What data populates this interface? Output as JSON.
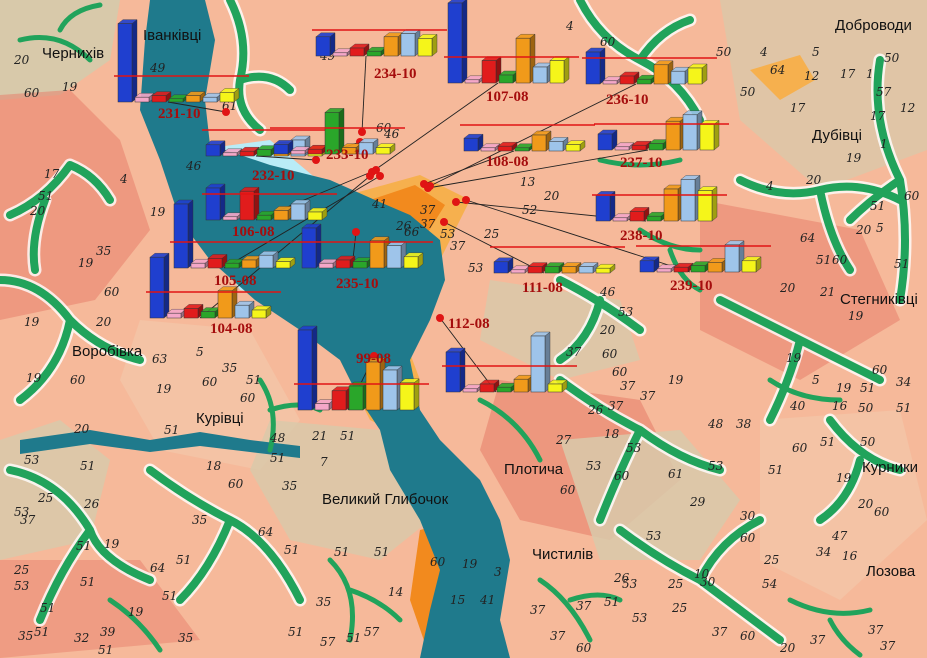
{
  "palette": {
    "river": "#1f7a8c",
    "lake": "#b9ecf7",
    "valley": "#21a35b",
    "valley_edge": "#ffffff",
    "soil_base": "#f6b99a",
    "soil_light": "#f4c3a5",
    "soil_dark": "#e7806c",
    "soil_grey": "#d8c9aa",
    "alluvium": "#f28a1e",
    "alluvium_light": "#f6b04e",
    "bar_colors": [
      "#1f3fcf",
      "#f4a7c8",
      "#e11c1c",
      "#2aa62a",
      "#f19a1a",
      "#9ec4ea",
      "#f5f51a"
    ],
    "baseline": "#e01414",
    "sample_dot": "#e01414",
    "leader": "#222222"
  },
  "settlements": [
    "Чернихів",
    "Іванківці",
    "Доброводи",
    "Дубівці",
    "Стегниківці",
    "Воробівка",
    "Курівці",
    "Курники",
    "Великий Глибочок",
    "Плотича",
    "Чистилів",
    "Лозова"
  ],
  "soil_labels": [
    "20",
    "60",
    "19",
    "49",
    "61",
    "46",
    "17",
    "4",
    "51",
    "20",
    "19",
    "35",
    "19",
    "20",
    "60",
    "19",
    "63",
    "5",
    "35",
    "60",
    "51",
    "60",
    "19",
    "60",
    "19",
    "20",
    "51",
    "18",
    "60",
    "51",
    "35",
    "21",
    "51",
    "7",
    "48",
    "53",
    "51",
    "25",
    "53",
    "26",
    "37",
    "51",
    "19",
    "35",
    "51",
    "64",
    "51",
    "51",
    "51",
    "25",
    "53",
    "51",
    "64",
    "51",
    "19",
    "51",
    "35",
    "51",
    "57",
    "51",
    "57",
    "35",
    "51",
    "32",
    "39",
    "35",
    "51",
    "60",
    "19",
    "15",
    "41",
    "3",
    "14",
    "49",
    "60",
    "4",
    "60",
    "50",
    "50",
    "4",
    "5",
    "17",
    "50",
    "64",
    "12",
    "1",
    "57",
    "17",
    "12",
    "17",
    "1",
    "19",
    "4",
    "20",
    "20",
    "64",
    "51",
    "5",
    "60",
    "20",
    "60",
    "51",
    "21",
    "51",
    "19",
    "19",
    "5",
    "19",
    "51",
    "60",
    "34",
    "40",
    "16",
    "50",
    "51",
    "51",
    "50",
    "60",
    "51",
    "19",
    "20",
    "60",
    "47",
    "34",
    "16",
    "25",
    "60",
    "54",
    "38",
    "48",
    "30",
    "29",
    "30",
    "25",
    "37",
    "60",
    "20",
    "37",
    "37",
    "37",
    "60",
    "37",
    "37",
    "37",
    "37",
    "20",
    "19",
    "60",
    "18",
    "53",
    "26",
    "27",
    "53",
    "60",
    "61",
    "53",
    "53",
    "26",
    "25",
    "10",
    "51",
    "53",
    "53",
    "37",
    "60",
    "37",
    "37",
    "60",
    "37",
    "26",
    "66",
    "37",
    "53",
    "37",
    "53",
    "25",
    "13",
    "20",
    "52",
    "41",
    "46",
    "46",
    "53",
    "20",
    "5",
    "35",
    "60",
    "2",
    "7",
    "26",
    "60",
    "26"
  ],
  "samples": [
    {
      "code": "231-10",
      "values": [
        49,
        3,
        4,
        2,
        4,
        3,
        6
      ]
    },
    {
      "code": "232-10",
      "values": [
        7,
        2,
        3,
        4,
        6,
        10,
        4
      ]
    },
    {
      "code": "233-10",
      "values": [
        6,
        2,
        3,
        26,
        4,
        7,
        4
      ]
    },
    {
      "code": "234-10",
      "values": [
        12,
        2,
        5,
        3,
        12,
        14,
        11
      ]
    },
    {
      "code": "107-08",
      "values": [
        50,
        2,
        14,
        5,
        28,
        10,
        14
      ]
    },
    {
      "code": "236-10",
      "values": [
        20,
        2,
        5,
        3,
        12,
        8,
        10
      ]
    },
    {
      "code": "108-08",
      "values": [
        8,
        2,
        3,
        2,
        10,
        6,
        4
      ]
    },
    {
      "code": "237-10",
      "values": [
        10,
        2,
        3,
        4,
        18,
        22,
        16
      ]
    },
    {
      "code": "106-08",
      "values": [
        20,
        2,
        18,
        3,
        6,
        10,
        5
      ]
    },
    {
      "code": "238-10",
      "values": [
        16,
        2,
        6,
        3,
        20,
        26,
        19
      ]
    },
    {
      "code": "105-08",
      "values": [
        40,
        3,
        6,
        3,
        5,
        8,
        4
      ]
    },
    {
      "code": "235-10",
      "values": [
        25,
        3,
        5,
        4,
        17,
        14,
        7
      ]
    },
    {
      "code": "111-08",
      "values": [
        7,
        2,
        4,
        4,
        4,
        4,
        3
      ]
    },
    {
      "code": "239-10",
      "values": [
        7,
        2,
        3,
        4,
        6,
        17,
        7
      ]
    },
    {
      "code": "104-08",
      "values": [
        38,
        3,
        6,
        4,
        17,
        8,
        5
      ]
    },
    {
      "code": "112-08",
      "values": [
        25,
        2,
        5,
        3,
        8,
        35,
        5
      ]
    },
    {
      "code": "99-08",
      "values": [
        50,
        4,
        12,
        15,
        30,
        25,
        17
      ]
    }
  ]
}
